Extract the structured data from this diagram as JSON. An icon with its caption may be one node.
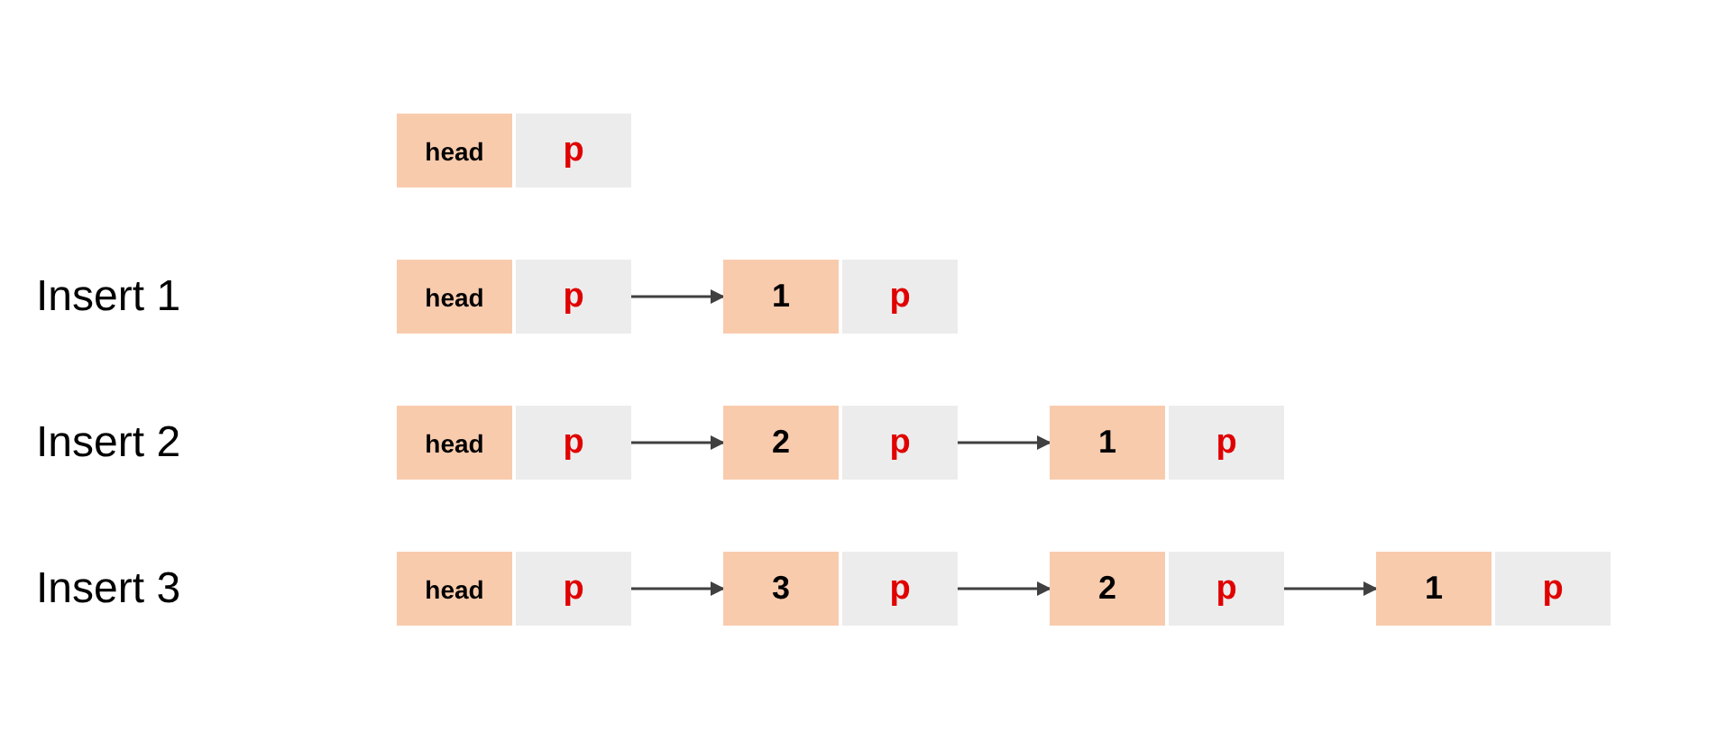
{
  "diagram": {
    "nodes": [
      {
        "text": [
          "head"
        ]
      },
      {
        "text": [
          "p"
        ]
      },
      {
        "text": [
          "head"
        ]
      },
      {
        "text": [
          "p"
        ]
      },
      {
        "text": [
          "1"
        ]
      },
      {
        "text": [
          "p"
        ]
      },
      {
        "text": [
          "head"
        ]
      },
      {
        "text": [
          "p"
        ]
      },
      {
        "text": [
          "2"
        ]
      },
      {
        "text": [
          "p"
        ]
      },
      {
        "text": [
          "1"
        ]
      },
      {
        "text": [
          "p"
        ]
      },
      {
        "text": [
          "head"
        ]
      },
      {
        "text": [
          "p"
        ]
      },
      {
        "text": [
          "3"
        ]
      },
      {
        "text": [
          "p"
        ]
      },
      {
        "text": [
          "2"
        ]
      },
      {
        "text": [
          "p"
        ]
      },
      {
        "text": [
          "1"
        ]
      },
      {
        "text": [
          "p"
        ]
      }
    ],
    "edges": [
      {
        "from": 3,
        "to": 4,
        "arrow": "to"
      },
      {
        "from": 7,
        "to": 8,
        "arrow": "to"
      },
      {
        "from": 9,
        "to": 10,
        "arrow": "to"
      },
      {
        "from": 13,
        "to": 14,
        "arrow": "to"
      },
      {
        "from": 15,
        "to": 16,
        "arrow": "to"
      },
      {
        "from": 17,
        "to": 18,
        "arrow": "to"
      }
    ],
    "labels": [
      "Insert 1",
      "Insert 2",
      "Insert 3"
    ]
  }
}
